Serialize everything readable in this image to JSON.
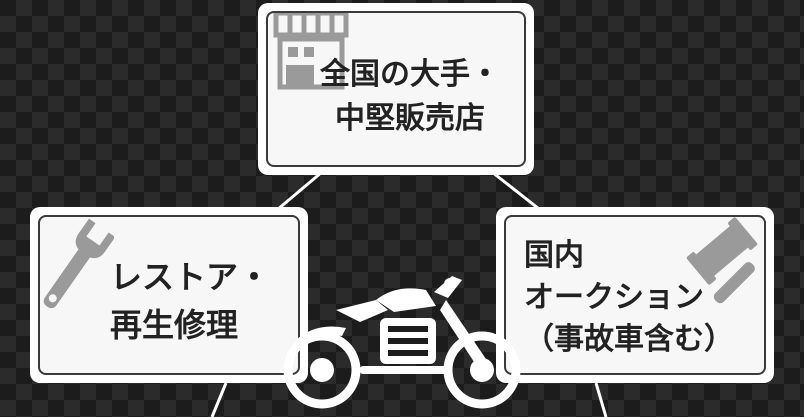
{
  "cards": {
    "top": {
      "line1": "全国の大手・",
      "line2": "中堅販売店",
      "icon": "store-icon"
    },
    "left": {
      "line1": "レストア・",
      "line2": "再生修理",
      "icon": "wrench-icon"
    },
    "right": {
      "line1": "国内",
      "line2": "オークション",
      "line3": "（事故車含む）",
      "icon": "gavel-icon"
    }
  },
  "center_image": "motorcycle-icon",
  "colors": {
    "background": "#1c1c1c",
    "checker": "#2b2b2b",
    "card": "#ffffff",
    "card_border": "#3a3a3a",
    "text": "#222222",
    "icon": "#9a9a9a",
    "connector": "#ffffff"
  }
}
